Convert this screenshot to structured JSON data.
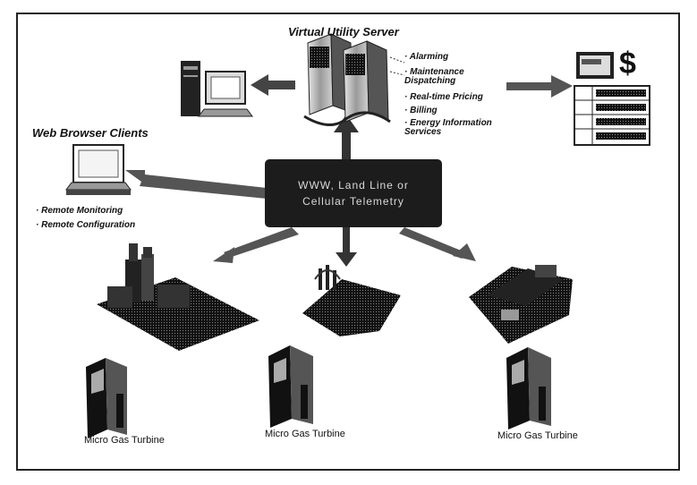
{
  "server": {
    "title": "Virtual Utility Server",
    "services": [
      "Alarming",
      "Maintenance\nDispatching",
      "Real-time Pricing",
      "Billing",
      "Energy Information\nServices"
    ]
  },
  "clients": {
    "title": "Web Browser Clients",
    "items": [
      "Remote Monitoring",
      "Remote Configuration"
    ]
  },
  "center": {
    "line1": "WWW, Land Line or",
    "line2": "Cellular Telemetry"
  },
  "turbines": [
    "Micro Gas Turbine",
    "Micro Gas Turbine",
    "Micro Gas Turbine"
  ],
  "billing": {
    "symbol": "$"
  }
}
